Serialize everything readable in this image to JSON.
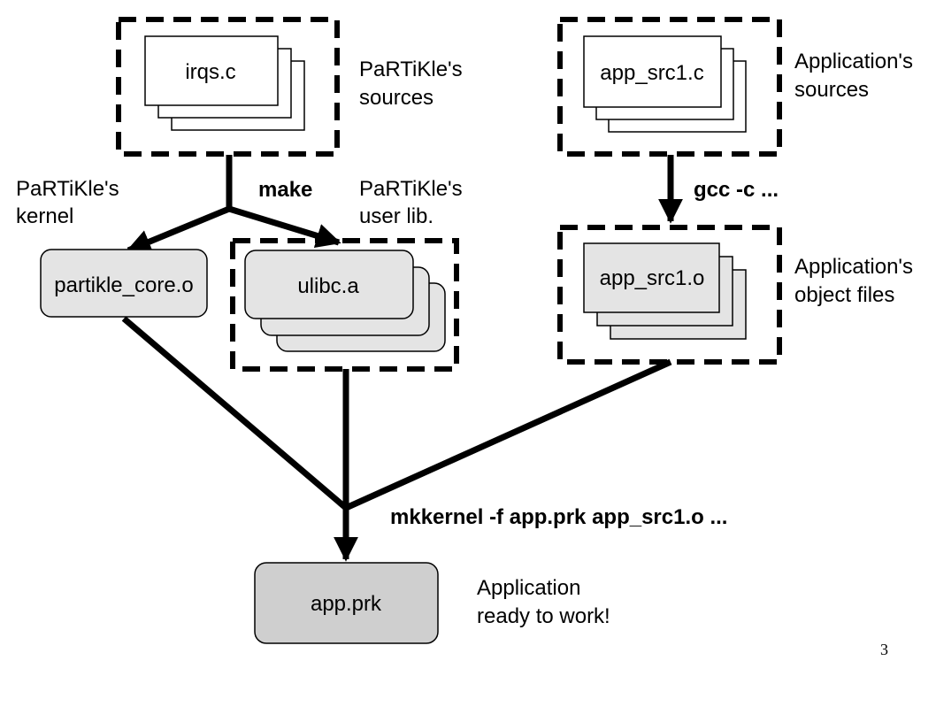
{
  "diagram": {
    "nodes": {
      "irqs": "irqs.c",
      "app_src": "app_src1.c",
      "partikle_core": "partikle_core.o",
      "ulibc": "ulibc.a",
      "app_obj": "app_src1.o",
      "app_prk": "app.prk"
    },
    "labels": {
      "partikle_sources": [
        "PaRTiKle's",
        "sources"
      ],
      "app_sources": [
        "Application's",
        "sources"
      ],
      "partikle_kernel": [
        "PaRTiKle's",
        "kernel"
      ],
      "partikle_userlib": [
        "PaRTiKle's",
        "user lib."
      ],
      "app_objects": [
        "Application's",
        "object files"
      ],
      "app_ready": [
        "Application",
        "ready to work!"
      ]
    },
    "commands": {
      "make": "make",
      "gcc": "gcc -c ...",
      "mkkernel": "mkkernel -f app.prk app_src1.o ..."
    },
    "page_number": "3",
    "colors": {
      "line": "#000000",
      "box_white": "#ffffff",
      "box_light": "#e4e4e4",
      "box_mid": "#cfcfcf"
    }
  }
}
